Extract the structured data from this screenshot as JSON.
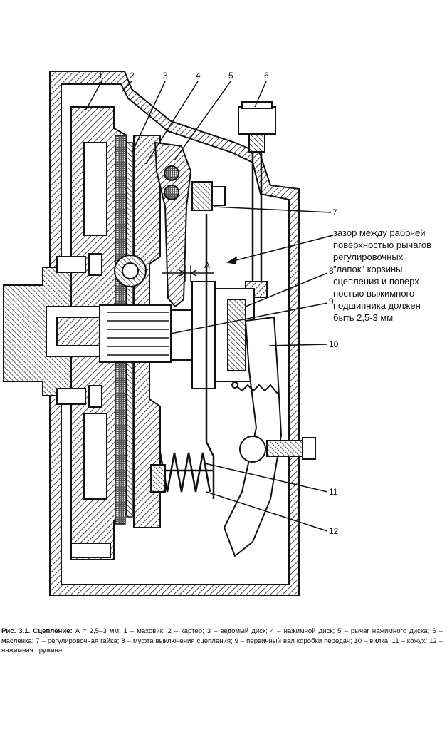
{
  "callouts": [
    "1",
    "2",
    "3",
    "4",
    "5",
    "6",
    "7",
    "8",
    "9",
    "10",
    "11",
    "12"
  ],
  "gap_label": "A",
  "annotation": {
    "lines": [
      "зазор между рабочей",
      "поверхностью рычагов",
      "регулировочных",
      "\"лапок\" корзины",
      "сцепления и поверх-",
      "ностью выжимного",
      "подшипника должен",
      "быть 2,5-3 мм"
    ]
  },
  "caption": {
    "label": "Рис. 3.1. Сцепление:",
    "text": "А = 2,5–3 мм; 1 – маховик; 2 – картер; 3 – ведомый диск; 4 – нажимной диск; 5 – рычаг нажимного диска; 6 – масленка; 7 – регулировочная гайка; 8 – муфта выключения сцепления; 9 – первичный вал коробки передач; 10 – вилка; 11 – кожух; 12 – нажимная пружина"
  }
}
